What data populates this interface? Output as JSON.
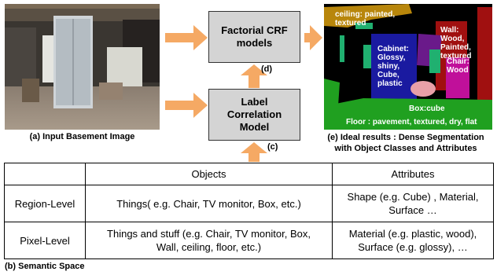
{
  "photo": {
    "caption": "(a) Input Basement Image"
  },
  "models": {
    "crf": {
      "label": "Factorial CRF\nmodels",
      "tag": "(d)"
    },
    "lcm": {
      "label": "Label\nCorrelation\nModel",
      "tag": "(c)"
    }
  },
  "segmentation": {
    "caption_line1": "(e) Ideal results : Dense Segmentation",
    "caption_line2": "with Object Classes and Attributes",
    "labels": {
      "ceiling": "ceiling: painted,\ntextured",
      "wall": "Wall:\nWood,\nPainted,\ntextured",
      "cabinet": "Cabinet:\nGlossy,\nshiny,\nCube,\nplastic",
      "chair": "Chair:\nWood",
      "box": "Box:cube",
      "floor": "Floor : pavement, textured, dry, flat"
    },
    "colors": {
      "ceiling": "#b8860b",
      "wall": "#a01010",
      "cabinet": "#1a1aa0",
      "chair": "#c0109a",
      "box": "#e8a0a8",
      "floor": "#20a020",
      "green_parts": "#20b070",
      "purple": "#6a1a8a"
    }
  },
  "table": {
    "header": [
      "",
      "Objects",
      "Attributes"
    ],
    "rows": [
      {
        "level": "Region-Level",
        "objects": "Things( e.g. Chair, TV monitor, Box, etc.)",
        "attributes": "Shape (e.g. Cube) , Material,\nSurface …"
      },
      {
        "level": "Pixel-Level",
        "objects": "Things and stuff (e.g. Chair, TV monitor, Box,\nWall, ceiling, floor, etc.)",
        "attributes": "Material (e.g. plastic, wood),\nSurface (e.g. glossy), …"
      }
    ],
    "caption": "(b) Semantic Space"
  },
  "arrow_color": "#f5a964"
}
